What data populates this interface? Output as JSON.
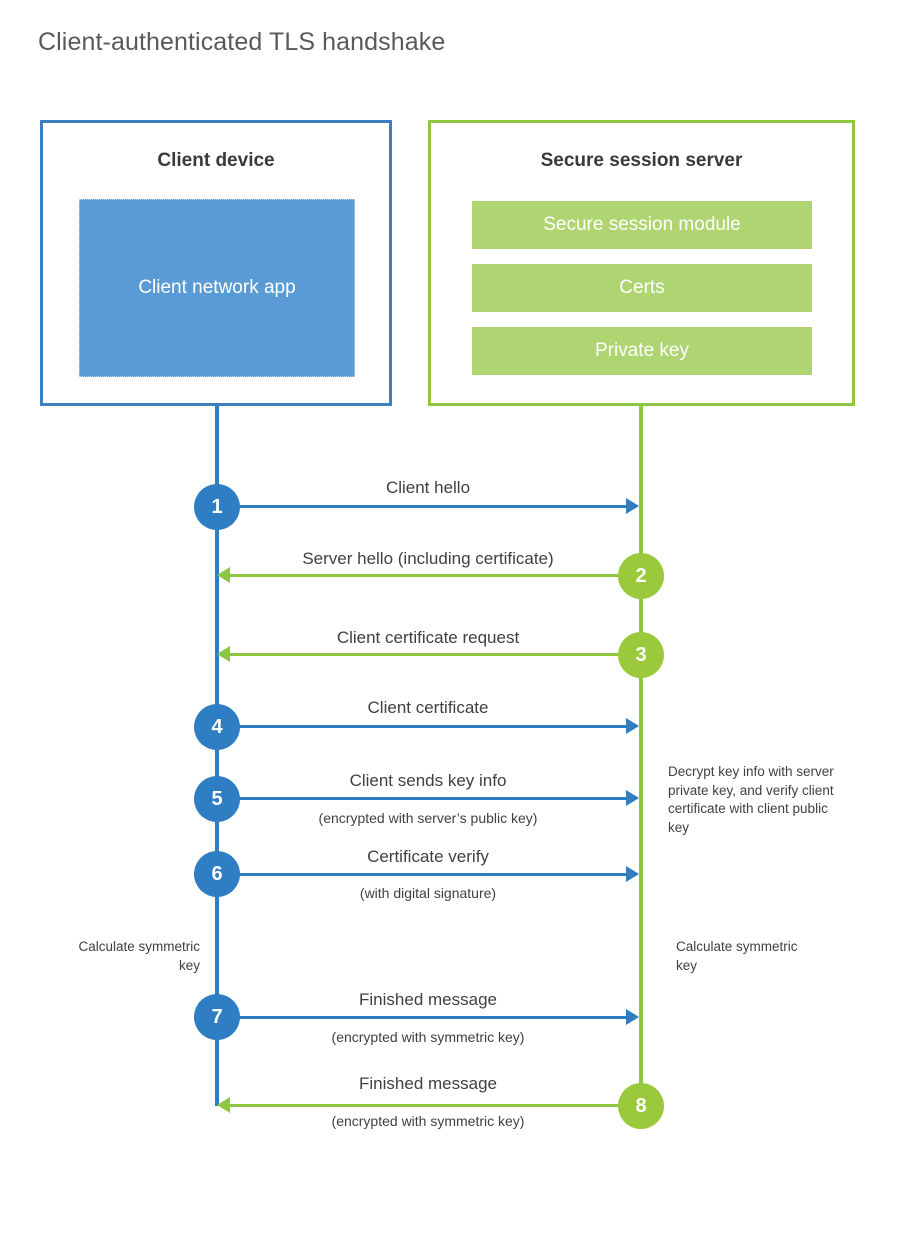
{
  "title": "Client-authenticated TLS handshake",
  "colors": {
    "client_blue": "#2f7ec4",
    "client_box_border": "#3d7fbf",
    "client_app_fill": "#5b9bd5",
    "server_green": "#8ec63f",
    "server_circle_green": "#9aca3c",
    "server_bar_fill": "#aed571",
    "text": "#404040",
    "title_text": "#595959"
  },
  "nodes": {
    "client": {
      "title": "Client device",
      "app_label": "Client network app"
    },
    "server": {
      "title": "Secure session server",
      "components": [
        "Secure session module",
        "Certs",
        "Private key"
      ]
    }
  },
  "steps": [
    {
      "number": "1",
      "label": "Client hello",
      "sublabel": "",
      "direction": "client-to-server",
      "color": "blue"
    },
    {
      "number": "2",
      "label": "Server hello (including certificate)",
      "sublabel": "",
      "direction": "server-to-client",
      "color": "green"
    },
    {
      "number": "3",
      "label": "Client certificate request",
      "sublabel": "",
      "direction": "server-to-client",
      "color": "green"
    },
    {
      "number": "4",
      "label": "Client certificate",
      "sublabel": "",
      "direction": "client-to-server",
      "color": "blue"
    },
    {
      "number": "5",
      "label": "Client sends key info",
      "sublabel": "(encrypted with server’s public key)",
      "direction": "client-to-server",
      "color": "blue"
    },
    {
      "number": "6",
      "label": "Certificate verify",
      "sublabel": "(with digital signature)",
      "direction": "client-to-server",
      "color": "blue"
    },
    {
      "number": "7",
      "label": "Finished message",
      "sublabel": "(encrypted with symmetric key)",
      "direction": "client-to-server",
      "color": "blue"
    },
    {
      "number": "8",
      "label": "Finished message",
      "sublabel": "(encrypted with symmetric key)",
      "direction": "server-to-client",
      "color": "green"
    }
  ],
  "annotations": {
    "server_decrypt_note": "Decrypt key info with server private key, and verify client certificate with client public key",
    "client_calculate_note": "Calculate symmetric key",
    "server_calculate_note": "Calculate symmetric key"
  }
}
